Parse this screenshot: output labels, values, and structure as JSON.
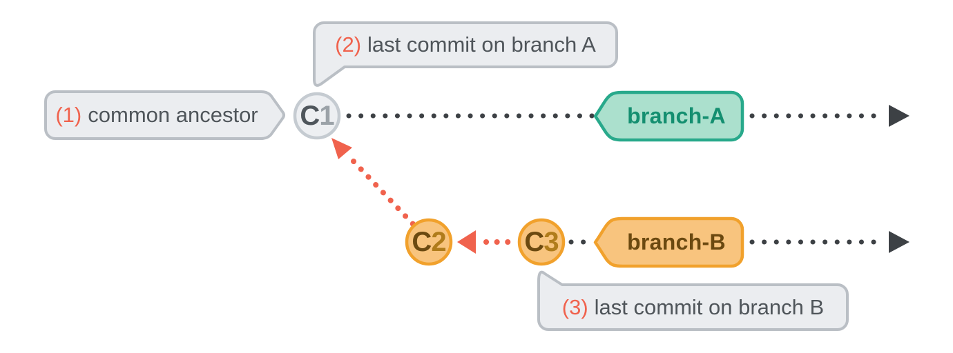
{
  "diagram": {
    "type": "git-branch-history",
    "callouts": [
      {
        "number": "(1)",
        "text": "common ancestor"
      },
      {
        "number": "(2)",
        "text": "last commit on branch A"
      },
      {
        "number": "(3)",
        "text": "last commit on branch B"
      }
    ],
    "commits": [
      {
        "prefix": "C",
        "digit": "1"
      },
      {
        "prefix": "C",
        "digit": "2"
      },
      {
        "prefix": "C",
        "digit": "3"
      }
    ],
    "branches": [
      {
        "label": "branch-A"
      },
      {
        "label": "branch-B"
      }
    ],
    "colors": {
      "background": "#ffffff",
      "callout_fill": "#ebedf0",
      "callout_border": "#babfc5",
      "callout_text": "#4f555a",
      "accent_red": "#f0624d",
      "timeline_dark": "#3d4145",
      "commit_gray_fill": "#edeff2",
      "commit_gray_border": "#c5cbd1",
      "commit_gray_text": "#4f565c",
      "commit_gray_digit": "#9ba2a8",
      "commit_orange_fill": "#f8c47e",
      "commit_orange_border": "#f1a12c",
      "commit_orange_text": "#6b4910",
      "commit_orange_digit": "#b07c1b",
      "branch_a_fill": "#abe0cd",
      "branch_a_border": "#28a98b",
      "branch_a_text": "#148f70",
      "branch_b_fill": "#f8c47e",
      "branch_b_border": "#f1a12c",
      "branch_b_text": "#6b4910"
    }
  }
}
